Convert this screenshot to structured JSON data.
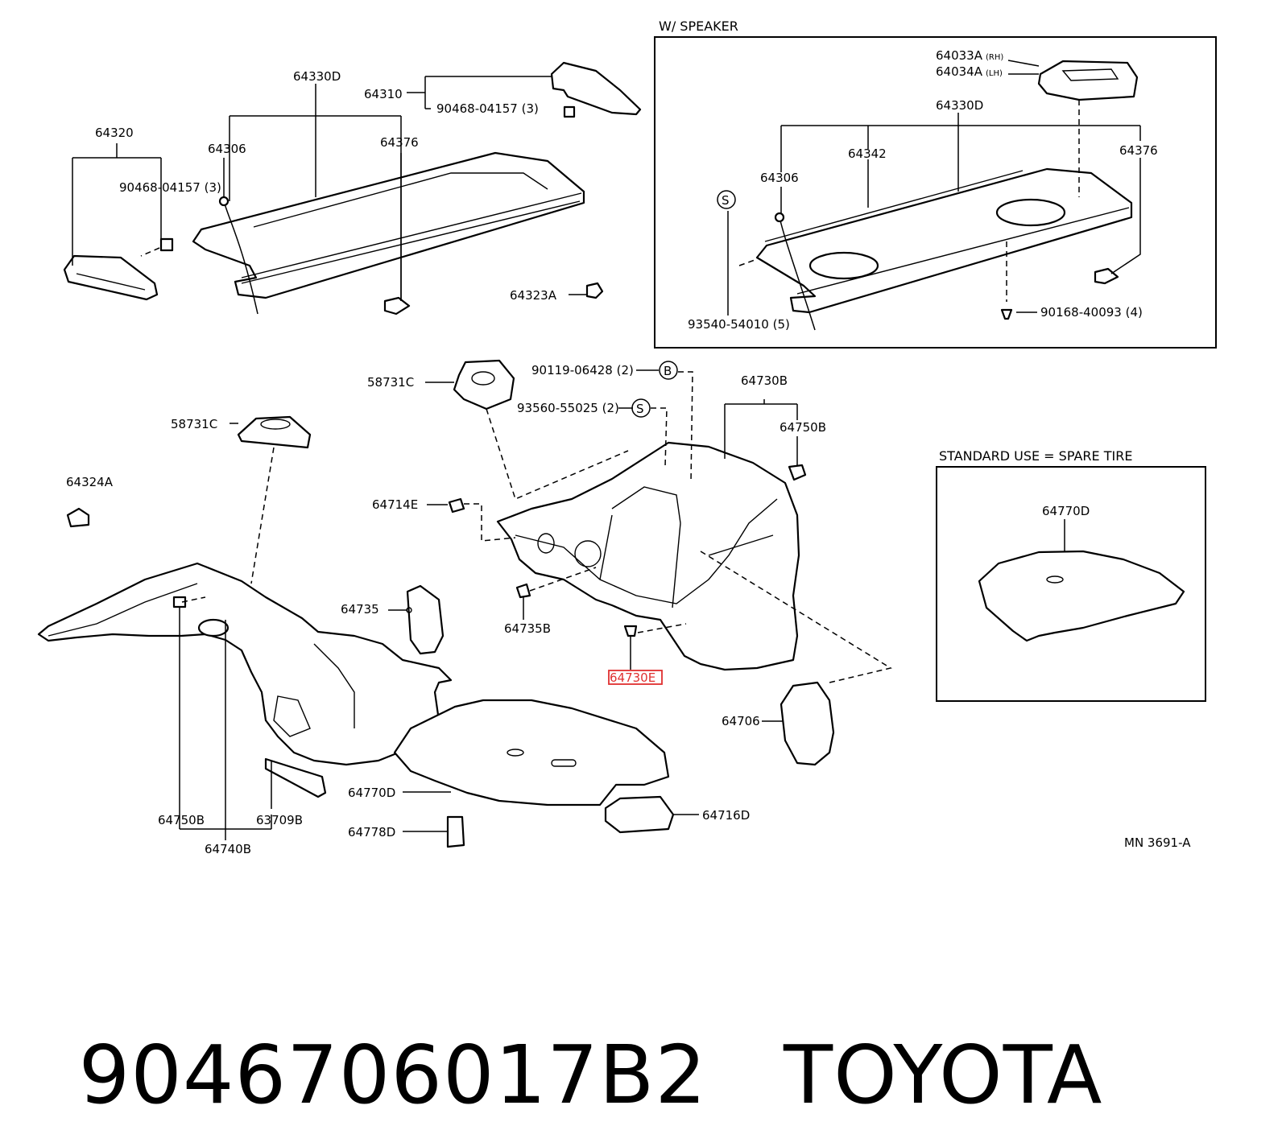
{
  "sections": {
    "speaker_header": "W/ SPEAKER",
    "spare_header": "STANDARD USE = SPARE TIRE"
  },
  "labels": {
    "p64320": "64320",
    "p90468_a": "90468-04157 (3)",
    "p64306_a": "64306",
    "p64330D_a": "64330D",
    "p64376_a": "64376",
    "p64310": "64310",
    "p90468_b": "90468-04157 (3)",
    "p64323A": "64323A",
    "p64033A": "64033A",
    "p64033A_suffix": "(RH)",
    "p64034A": "64034A",
    "p64034A_suffix": "(LH)",
    "p64330D_b": "64330D",
    "p64342": "64342",
    "p64306_b": "64306",
    "p64376_b": "64376",
    "p93540": "93540-54010 (5)",
    "p90168": "90168-40093 (4)",
    "p58731C_a": "58731C",
    "p58731C_b": "58731C",
    "p90119": "90119-06428 (2)",
    "p93560": "93560-55025 (2)",
    "p64730B": "64730B",
    "p64750B_a": "64750B",
    "p64324A": "64324A",
    "p64714E": "64714E",
    "p64735": "64735",
    "p64735B": "64735B",
    "p64730E": "64730E",
    "p64706": "64706",
    "p64770D_a": "64770D",
    "p64770D_b": "64770D",
    "p64716D": "64716D",
    "p64778D": "64778D",
    "p64750B_b": "64750B",
    "p63709B": "63709B",
    "p64740B": "64740B",
    "callout_b": "B",
    "callout_s1": "S",
    "callout_s2": "S",
    "diagram_code": "MN 3691-A"
  },
  "highlight_color": "#e03030",
  "footer": {
    "part_number": "9046706017B2",
    "brand": "TOYOTA"
  }
}
